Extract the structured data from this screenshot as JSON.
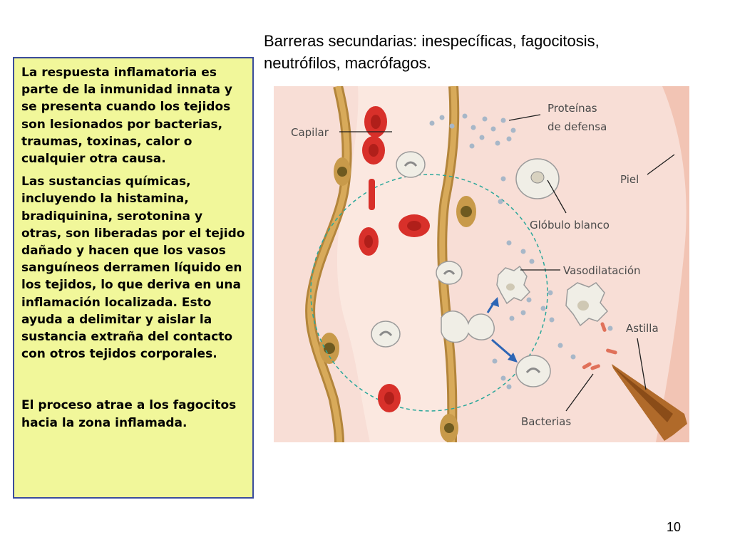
{
  "slide": {
    "title_line1": "Barreras secundarias: inespecíficas, fagocitosis,",
    "title_line2": "neutrófilos, macrófagos.",
    "page_number": "10"
  },
  "textbox": {
    "paragraphs": [
      "La respuesta inflamatoria es parte de la inmunidad innata y se presenta cuando los tejidos son lesionados por bacterias, traumas, toxinas, calor o cualquier otra causa.",
      "Las sustancias químicas, incluyendo la histamina, bradiquinina, serotonina y otras, son liberadas por el tejido dañado y hacen que los vasos sanguíneos derramen líquido en los tejidos, lo que deriva en una inflamación localizada. Esto ayuda a delimitar y aislar la sustancia extraña del contacto con otros tejidos corporales.",
      "El proceso atrae a los fagocitos hacia la zona inflamada."
    ]
  },
  "figure": {
    "labels": {
      "capilar": "Capilar",
      "proteinas_1": "Proteínas",
      "proteinas_2": "de defensa",
      "piel": "Piel",
      "globulo": "Glóbulo blanco",
      "vasodilatacion": "Vasodilatación",
      "astilla": "Astilla",
      "bacterias": "Bacterias"
    },
    "colors": {
      "background": "#f8ded6",
      "skin": "#f2c4b4",
      "vessel_wall": "#c89a4a",
      "red_cell": "#d8302a",
      "white_cell": "#f0eee6",
      "arrow": "#2e66b5",
      "circle": "#2aa79a"
    }
  }
}
